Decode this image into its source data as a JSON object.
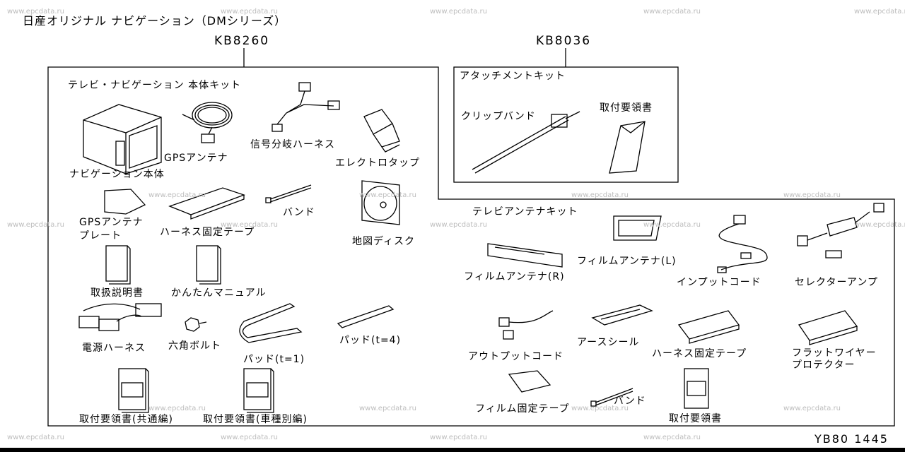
{
  "title": "日産オリジナル ナビゲーション（DMシリーズ）",
  "kit_codes": {
    "main": "KB8260",
    "attachment": "KB8036"
  },
  "watermark": "www.epcdata.ru",
  "sections": {
    "main_kit": "テレビ・ナビゲーション 本体キット",
    "attachment_kit": "アタッチメントキット",
    "tv_antenna_kit": "テレビアンテナキット"
  },
  "parts": {
    "nav_body": "ナビゲーション本体",
    "gps_antenna": "GPSアンテナ",
    "signal_harness": "信号分岐ハーネス",
    "electro_tap": "エレクトロタップ",
    "gps_plate_1": "GPSアンテナ",
    "gps_plate_2": "プレート",
    "harness_tape": "ハーネス固定テープ",
    "band": "バンド",
    "map_disc": "地図ディスク",
    "manual": "取扱説明書",
    "easy_manual": "かんたんマニュアル",
    "power_harness": "電源ハーネス",
    "hex_bolt": "六角ボルト",
    "pad1": "パッド(t=1)",
    "pad4": "パッド(t=4)",
    "mount_common": "取付要領書(共通編)",
    "mount_model": "取付要領書(車種別編)",
    "clip_band": "クリップバンド",
    "mount_manual_att": "取付要領書",
    "film_antenna_l": "フィルムアンテナ(L)",
    "film_antenna_r": "フィルムアンテナ(R)",
    "input_cord": "インプットコード",
    "selector_amp": "セレクターアンプ",
    "output_cord": "アウトプットコード",
    "earth_seal": "アースシール",
    "harness_tape_tv": "ハーネス固定テープ",
    "flat_wire_1": "フラットワイヤー",
    "flat_wire_2": "プロテクター",
    "film_tape": "フィルム固定テープ",
    "band_tv": "バンド",
    "mount_manual_tv": "取付要領書"
  },
  "footer_code": "YB80 1445"
}
